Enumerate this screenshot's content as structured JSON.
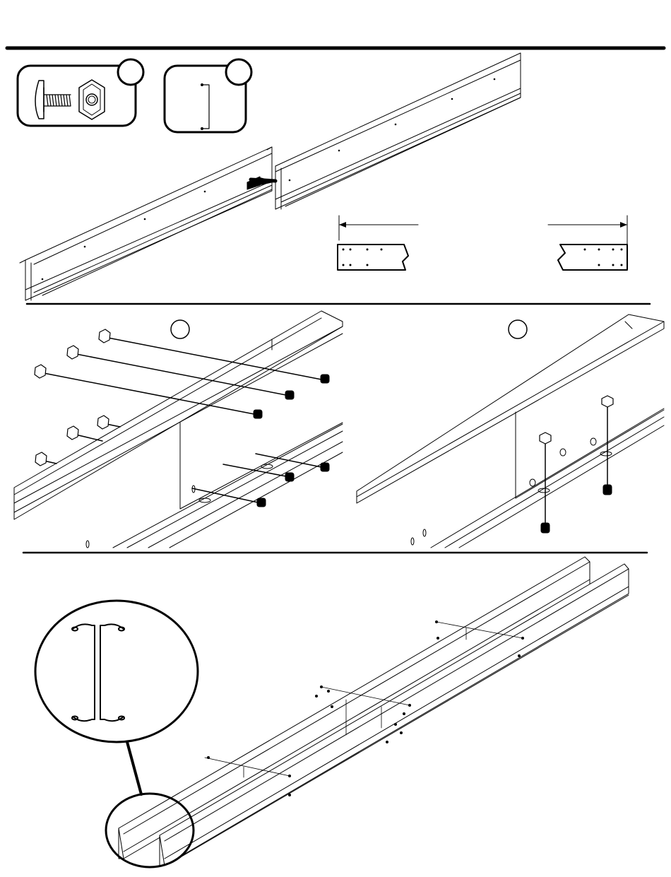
{
  "colors": {
    "ink": "#000000",
    "paper": "#ffffff",
    "fill_light": "#f2f2f2"
  },
  "panels": {
    "header_rule": {
      "visible": true
    },
    "hardware_callouts": [
      {
        "name": "bolt-and-nut",
        "icon": "bolt-nut-icon",
        "label": ""
      },
      {
        "name": "channel-bracket",
        "icon": "bracket-icon",
        "label": ""
      }
    ],
    "step_a": {
      "label": ""
    },
    "step_b": {
      "label": ""
    },
    "overview": {
      "detail": "bracket-detail-magnifier"
    }
  }
}
